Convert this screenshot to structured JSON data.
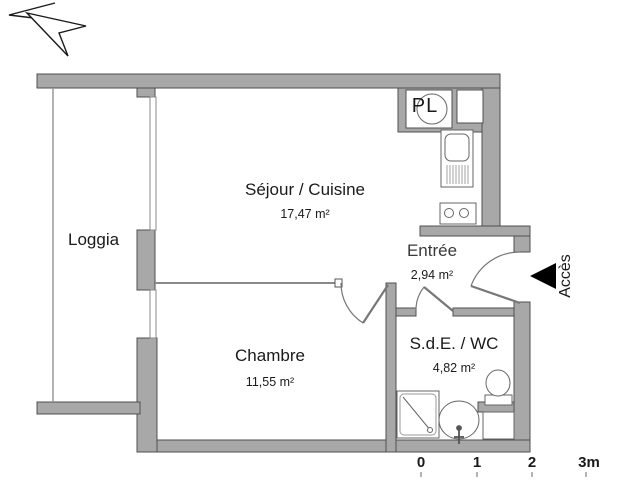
{
  "plan_title": "apartment-floor-plan",
  "rooms": {
    "loggia": {
      "label": "Loggia",
      "area": ""
    },
    "sejour": {
      "label": "Séjour / Cuisine",
      "area": "17,47 m²"
    },
    "entree": {
      "label": "Entrée",
      "area": "2,94 m²"
    },
    "chambre": {
      "label": "Chambre",
      "area": "11,55 m²"
    },
    "sde": {
      "label": "S.d.E. / WC",
      "area": "4,82 m²"
    }
  },
  "labels": {
    "closet": "PL",
    "access": "Accès"
  },
  "scale_bar": {
    "ticks": [
      "0",
      "1",
      "2",
      "3m"
    ]
  },
  "icons": {
    "north_arrow": "north-arrow-icon",
    "access_arrow": "access-direction-arrow-icon",
    "fixtures": [
      "kitchen-sink-icon",
      "cooktop-icon",
      "water-heater-icon",
      "shower-tray-icon",
      "washbasin-icon",
      "toilet-icon"
    ]
  },
  "colors": {
    "wall_fill": "#a8a8a8",
    "wall_edge": "#4f4f4f",
    "fixture_line": "#666666",
    "window_line": "#8a8a8a",
    "text": "#1a1a1a",
    "access_arrow": "#000000"
  }
}
